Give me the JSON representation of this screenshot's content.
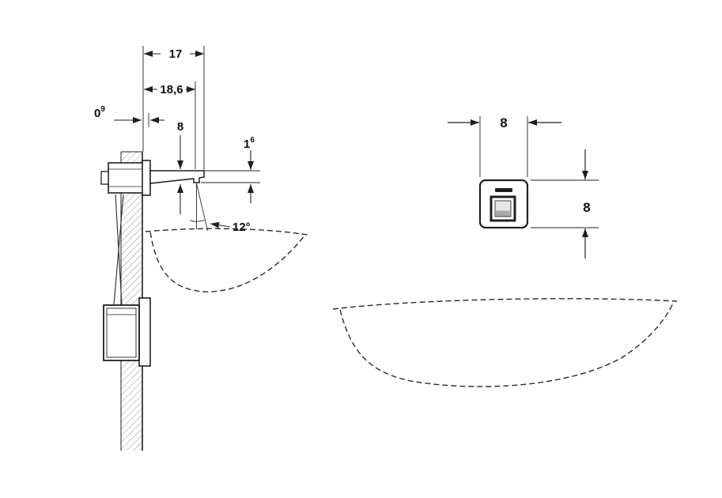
{
  "colors": {
    "line": "#1f1f1f"
  },
  "labels": {
    "depth_total": "17",
    "depth_outlet": "18,6",
    "wall_tol_main": "0",
    "wall_tol_sup": "9",
    "spout_height": "8",
    "tip_main": "1",
    "tip_sup": "6",
    "jet_angle": "12°",
    "plate_width": "8",
    "plate_height": "8"
  }
}
